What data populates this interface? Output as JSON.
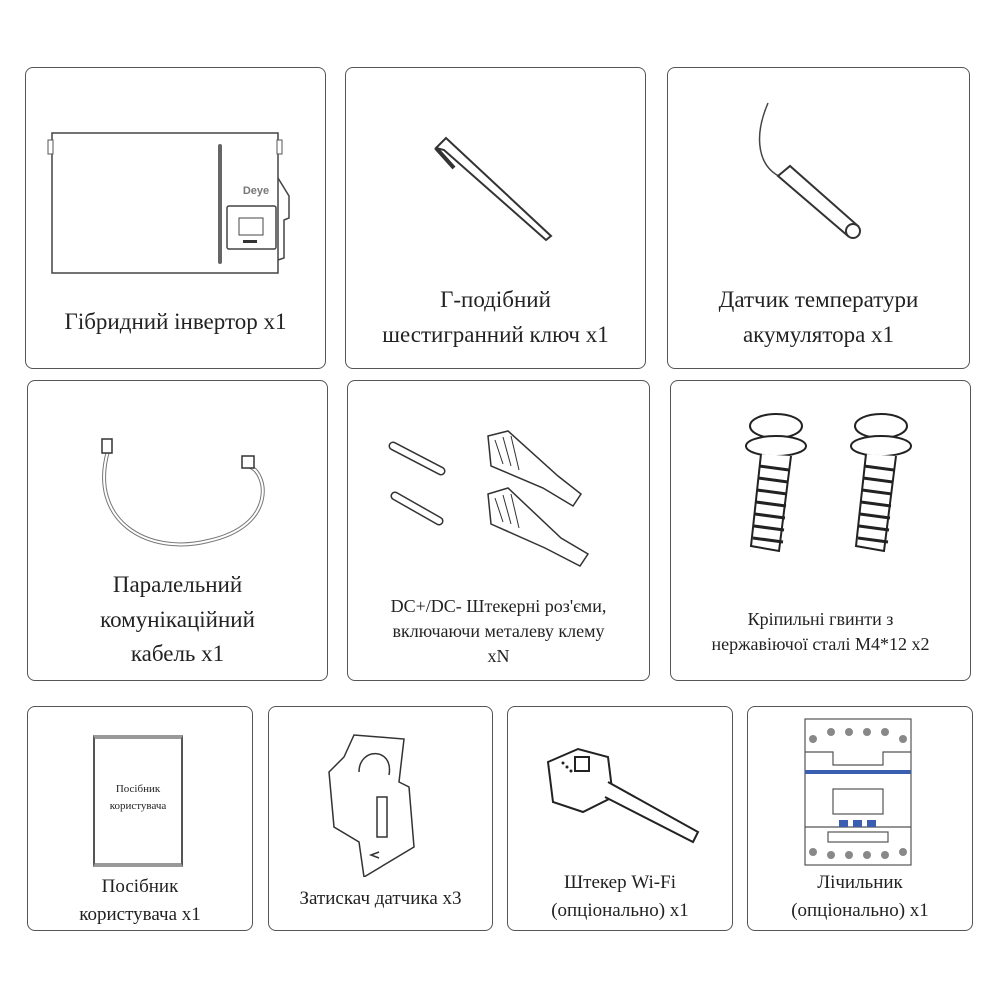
{
  "items": [
    {
      "lines": [
        "Гібридний інвертор x1"
      ],
      "brand": "Deye"
    },
    {
      "lines": [
        "Г-подібний",
        "шестигранний ключ x1"
      ]
    },
    {
      "lines": [
        "Датчик температури",
        "акумулятора x1"
      ]
    },
    {
      "lines": [
        "Паралельний",
        "комунікаційний",
        "кабель x1"
      ]
    },
    {
      "lines": [
        "DC+/DC- Штекерні роз'єми,",
        "включаючи металеву клему",
        "xN"
      ]
    },
    {
      "lines": [
        "Кріпильні гвинти з",
        "нержавіючої сталі M4*12 x2"
      ]
    },
    {
      "lines": [
        "Посібник",
        "користувача x1"
      ],
      "cover": [
        "Посібник",
        "користувача"
      ]
    },
    {
      "lines": [
        "Затискач датчика x3"
      ]
    },
    {
      "lines": [
        "Штекер Wi-Fi",
        "(опціонально) x1"
      ]
    },
    {
      "lines": [
        "Лічильник",
        "(опціонально) x1"
      ]
    }
  ]
}
